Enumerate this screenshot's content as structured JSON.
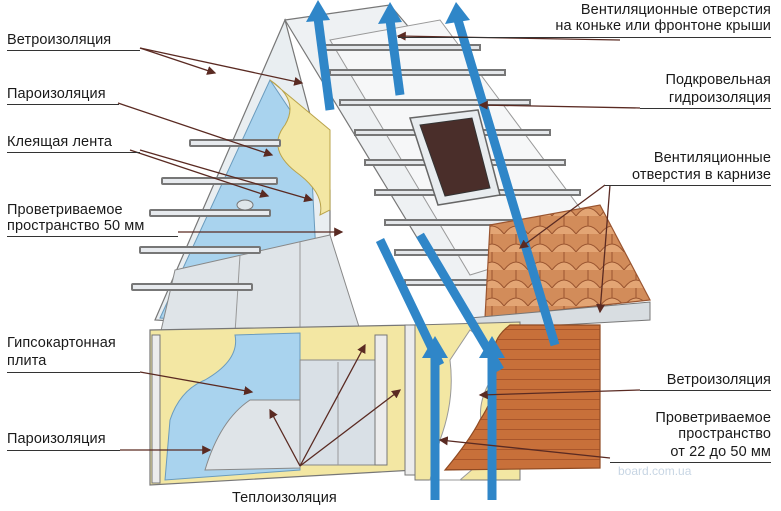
{
  "labels": {
    "wind_top": "Ветроизоляция",
    "vapor_top": "Пароизоляция",
    "tape": "Клеящая лента",
    "vent_space_left_1": "Проветриваемое",
    "vent_space_left_2": "пространство 50 мм",
    "drywall_1": "Гипсокартонная",
    "drywall_2": "плита",
    "vapor_bottom": "Пароизоляция",
    "insulation": "Теплоизоляция",
    "vent_ridge_1": "Вентиляционные отверстия",
    "vent_ridge_2": "на коньке или фронтоне крыши",
    "underroof_1": "Подкровельная",
    "underroof_2": "гидроизоляция",
    "vent_eave_1": "Вентиляционные",
    "vent_eave_2": "отверстия в карнизе",
    "wind_right": "Ветроизоляция",
    "vent_space_right_1": "Проветриваемое",
    "vent_space_right_2": "пространство",
    "vent_space_right_3": "от 22  до 50 мм"
  },
  "watermark": "board.com.ua",
  "colors": {
    "arrow_blue": "#2f86c8",
    "insulation_yellow": "#f3e7a3",
    "vapor_blue": "#a9d3ee",
    "tile": "#cf8a58",
    "brick": "#c56a36",
    "window": "#4a2e2a",
    "leader": "#5a2a22"
  }
}
